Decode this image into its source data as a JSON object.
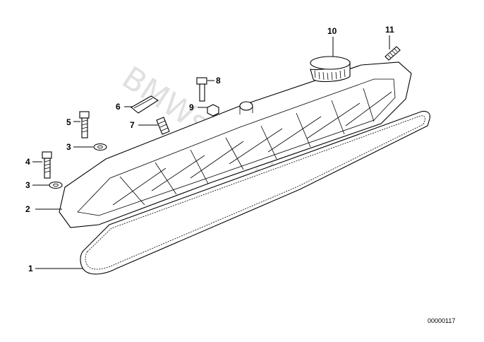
{
  "callouts": {
    "c1": "1",
    "c2": "2",
    "c3a": "3",
    "c3b": "3",
    "c4": "4",
    "c5": "5",
    "c6": "6",
    "c7": "7",
    "c8": "8",
    "c9": "9",
    "c10": "10",
    "c11": "11"
  },
  "diagram_code": "00000117",
  "watermark": "BMWstore.pl"
}
